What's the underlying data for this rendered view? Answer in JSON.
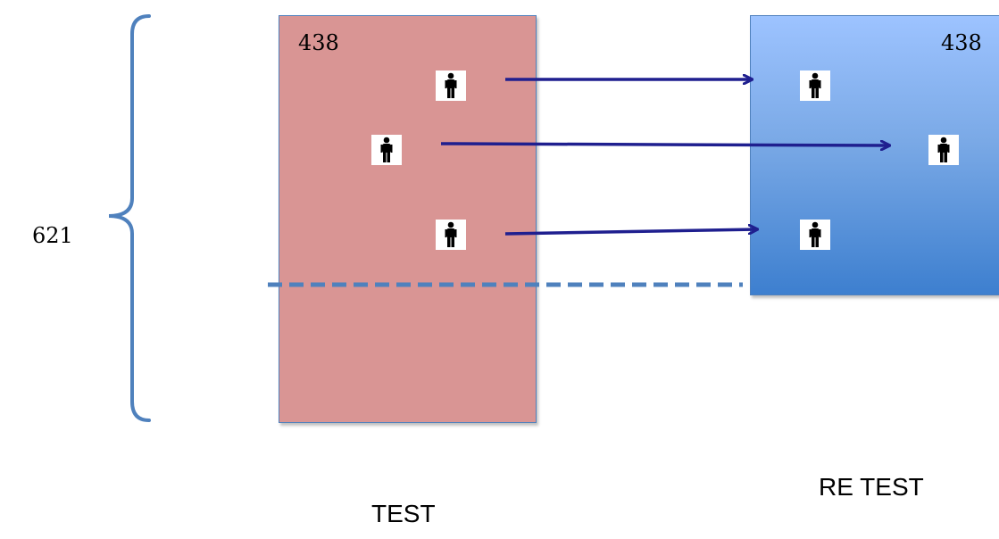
{
  "total": "621",
  "test": {
    "count": "438",
    "caption": "TEST",
    "color": "#d99594"
  },
  "retest": {
    "count": "438",
    "caption": "RE TEST",
    "color": "#7aa9e6"
  },
  "colors": {
    "arrow": "#1f1f8f",
    "dashed_line": "#4f81bd",
    "brace": "#4f81bd"
  },
  "icons": [
    "person-icon"
  ]
}
